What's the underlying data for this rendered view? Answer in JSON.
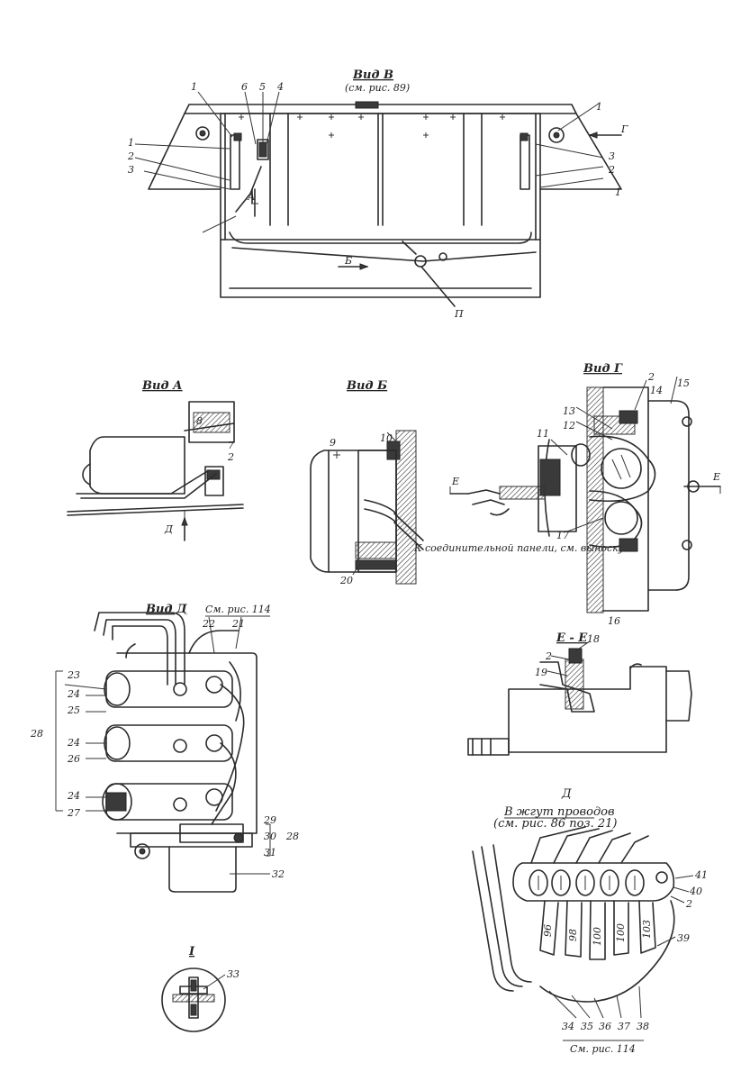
{
  "views": {
    "v": {
      "title": "Вид В",
      "subtitle": "(см. рис. 89)"
    },
    "a": {
      "title": "Вид А"
    },
    "b": {
      "title": "Вид Б"
    },
    "g": {
      "title": "Вид Г"
    },
    "d": {
      "title": "Вид Д",
      "ref": "См. рис. 114"
    },
    "ee": {
      "title": "Е - Е"
    },
    "detail": {
      "title": "I"
    }
  },
  "annotations": {
    "connector_note": "К соединительной панели, см. выноску П",
    "harness_note_1": "В жгут проводов",
    "harness_note_2": "(см. рис. 86 поз. 21)",
    "bottom_ref": "См. рис. 114"
  },
  "view_letters": {
    "a": "А",
    "b": "Б",
    "g": "Г",
    "d": "Д",
    "d2": "Д",
    "e_left": "Е",
    "e_right": "Е",
    "p": "П"
  },
  "callouts": {
    "top": [
      "1",
      "2",
      "3",
      "4",
      "5",
      "6",
      "1",
      "2",
      "3",
      "1"
    ],
    "view_a": [
      "8",
      "7",
      "2"
    ],
    "view_b": [
      "9",
      "10",
      "20"
    ],
    "view_g": [
      "2",
      "14",
      "15",
      "13",
      "12",
      "11",
      "17",
      "16"
    ],
    "view_d": [
      "22",
      "21",
      "23",
      "24",
      "25",
      "28",
      "24",
      "26",
      "24",
      "27",
      "29",
      "30",
      "31",
      "28",
      "32"
    ],
    "ee": [
      "2",
      "18",
      "19"
    ],
    "harness": [
      "41",
      "40",
      "2",
      "39",
      "34",
      "35",
      "36",
      "37",
      "38"
    ],
    "wire_tags": [
      "96",
      "98",
      "100",
      "100",
      "103"
    ],
    "detail": [
      "33"
    ]
  }
}
